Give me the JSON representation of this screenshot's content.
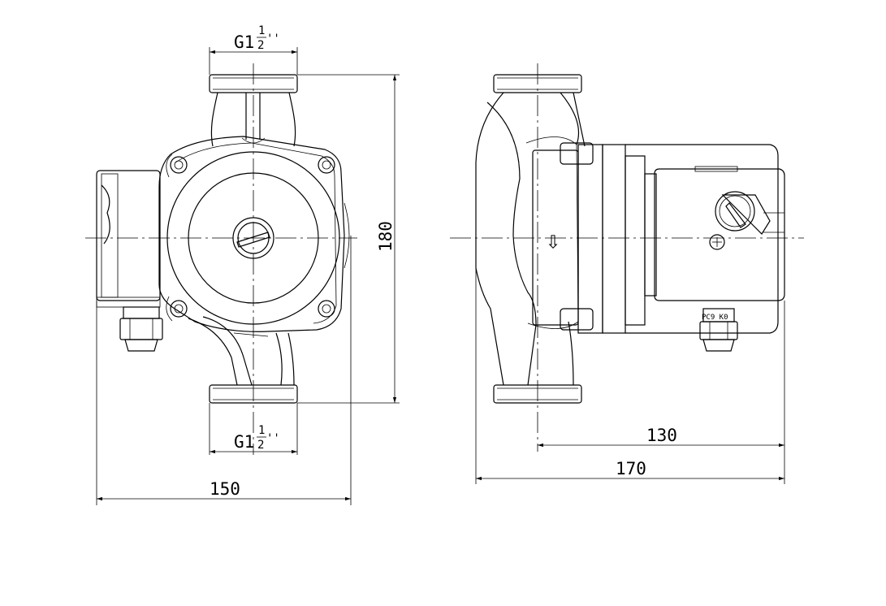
{
  "dimensions": {
    "thread_top": {
      "prefix": "G1",
      "numerator": "1",
      "denominator": "2",
      "unit": "''"
    },
    "thread_bottom": {
      "prefix": "G1",
      "numerator": "1",
      "denominator": "2",
      "unit": "''"
    },
    "height": "180",
    "front_width": "150",
    "side_depth_motor": "130",
    "side_depth_total": "170"
  },
  "labels": {
    "flow_arrow": "⇩",
    "nameplate": "PC9 K0"
  },
  "colors": {
    "line": "#000000",
    "background": "#ffffff"
  }
}
